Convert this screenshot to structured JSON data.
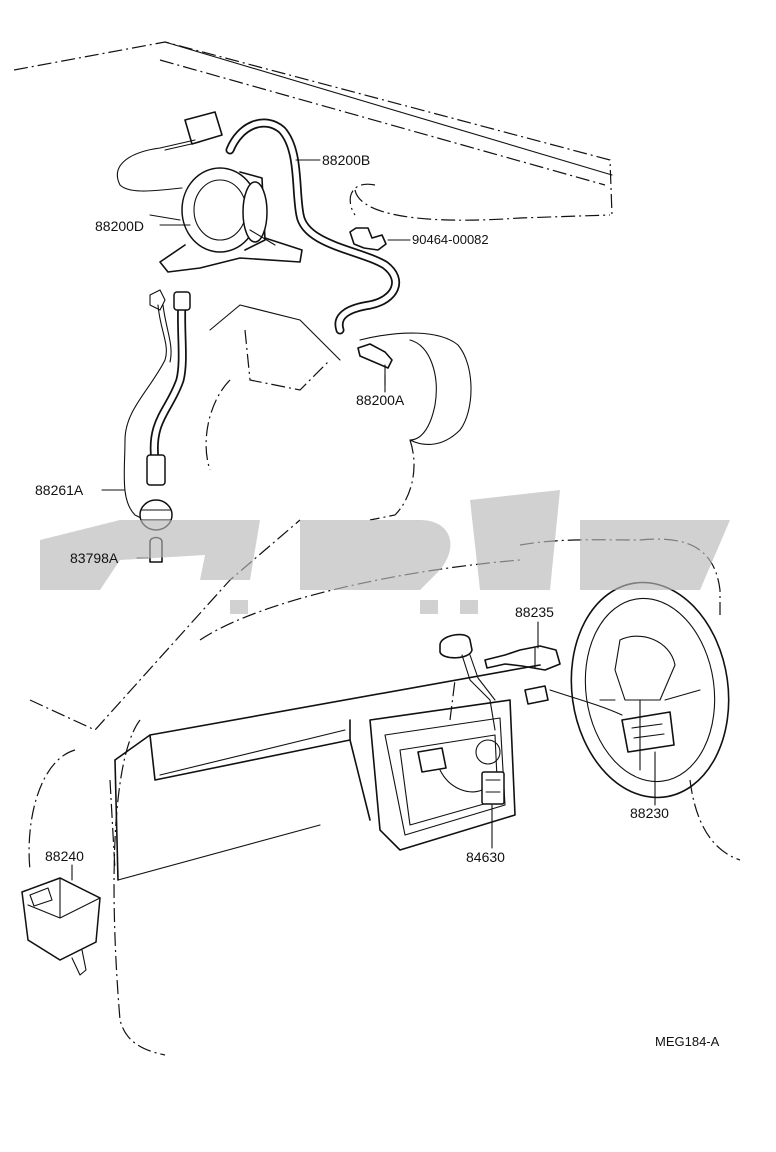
{
  "diagram": {
    "parts": [
      {
        "id": "p-88200B",
        "label": "88200B"
      },
      {
        "id": "p-88200D",
        "label": "88200D"
      },
      {
        "id": "p-90464",
        "label": "90464-00082"
      },
      {
        "id": "p-88200A",
        "label": "88200A"
      },
      {
        "id": "p-88261A",
        "label": "88261A"
      },
      {
        "id": "p-83798A",
        "label": "83798A"
      },
      {
        "id": "p-88235",
        "label": "88235"
      },
      {
        "id": "p-88230",
        "label": "88230"
      },
      {
        "id": "p-84630",
        "label": "84630"
      },
      {
        "id": "p-88240",
        "label": "88240"
      }
    ],
    "drawing_code": "MEG184-A"
  }
}
